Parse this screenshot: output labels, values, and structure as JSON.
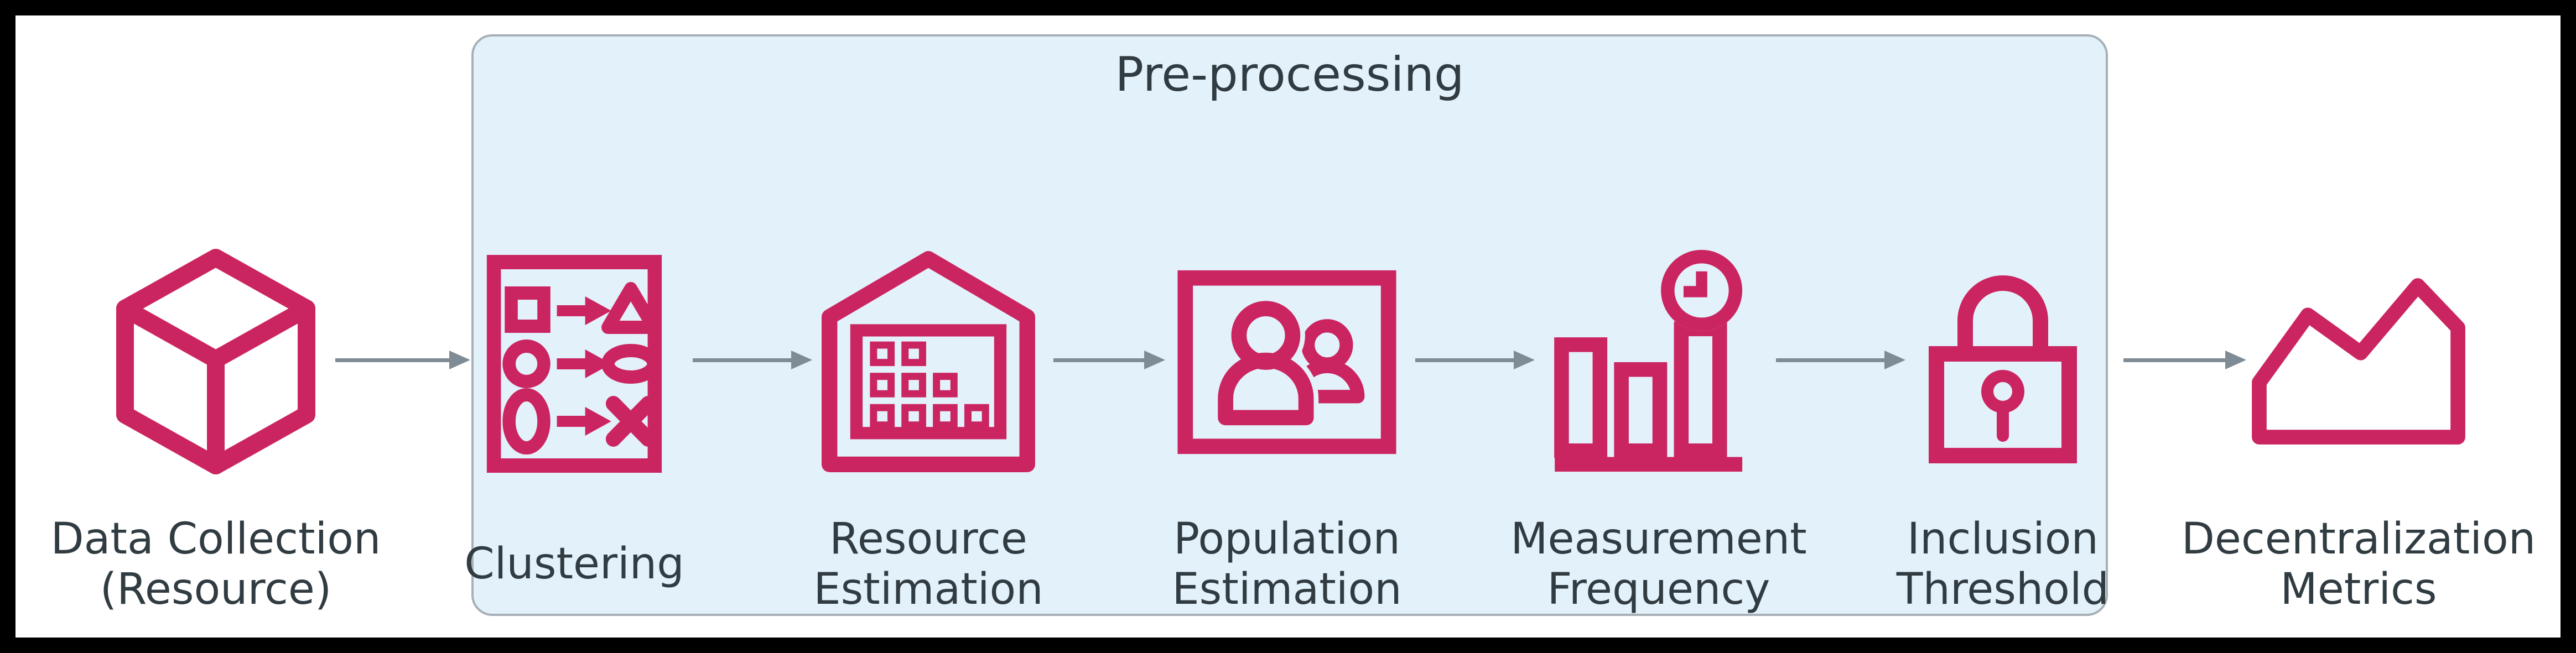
{
  "colors": {
    "icon_pink": "#CB2561",
    "group_fill": "#E3F1FA",
    "group_border": "#A7B0B6",
    "arrow_gray": "#7F8C96",
    "text_color": "#313C42",
    "canvas_bg": "#ffffff",
    "frame_bg": "#000000"
  },
  "group": {
    "label": "Pre-processing"
  },
  "nodes": [
    {
      "id": "data-collection",
      "icon": "cube-icon",
      "lines": [
        "Data Collection",
        "(Resource)"
      ],
      "in_group": false
    },
    {
      "id": "clustering",
      "icon": "shapes-mapping-icon",
      "lines": [
        "Clustering"
      ],
      "in_group": true
    },
    {
      "id": "resource-estimation",
      "icon": "building-grid-icon",
      "lines": [
        "Resource",
        "Estimation"
      ],
      "in_group": true
    },
    {
      "id": "population-estimation",
      "icon": "people-icon",
      "lines": [
        "Population",
        "Estimation"
      ],
      "in_group": true
    },
    {
      "id": "measurement-frequency",
      "icon": "bar-chart-clock-icon",
      "lines": [
        "Measurement",
        "Frequency"
      ],
      "in_group": true
    },
    {
      "id": "inclusion-threshold",
      "icon": "padlock-icon",
      "lines": [
        "Inclusion",
        "Threshold"
      ],
      "in_group": true
    },
    {
      "id": "decentralization-metrics",
      "icon": "mountain-chart-icon",
      "lines": [
        "Decentralization",
        "Metrics"
      ],
      "in_group": false
    }
  ],
  "arrows": [
    {
      "from": "data-collection",
      "to": "clustering"
    },
    {
      "from": "clustering",
      "to": "resource-estimation"
    },
    {
      "from": "resource-estimation",
      "to": "population-estimation"
    },
    {
      "from": "population-estimation",
      "to": "measurement-frequency"
    },
    {
      "from": "measurement-frequency",
      "to": "inclusion-threshold"
    },
    {
      "from": "inclusion-threshold",
      "to": "decentralization-metrics"
    }
  ]
}
